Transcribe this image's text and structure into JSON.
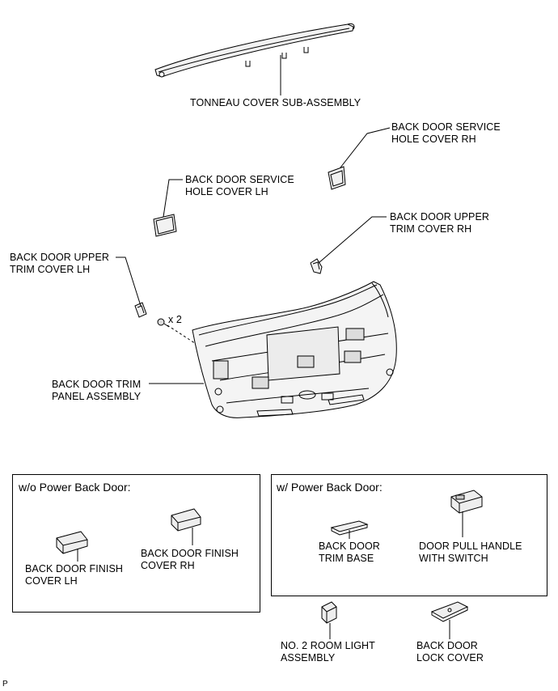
{
  "labels": {
    "tonneau": "TONNEAU COVER SUB-ASSEMBLY",
    "service_rh": "BACK DOOR SERVICE\nHOLE COVER RH",
    "service_lh": "BACK DOOR SERVICE\nHOLE COVER LH",
    "upper_rh": "BACK DOOR UPPER\nTRIM COVER RH",
    "upper_lh": "BACK DOOR UPPER\nTRIM COVER LH",
    "qty": "x 2",
    "trim_panel": "BACK DOOR TRIM\nPANEL ASSEMBLY",
    "finish_lh": "BACK DOOR FINISH\nCOVER LH",
    "finish_rh": "BACK DOOR FINISH\nCOVER RH",
    "trim_base": "BACK DOOR\nTRIM BASE",
    "pull_handle": "DOOR PULL HANDLE\nWITH SWITCH",
    "room_light": "NO. 2 ROOM LIGHT\nASSEMBLY",
    "lock_cover": "BACK DOOR\nLOCK COVER",
    "corner_code": "P"
  },
  "boxes": {
    "without_power": "w/o Power Back Door:",
    "with_power": "w/ Power Back Door:"
  }
}
